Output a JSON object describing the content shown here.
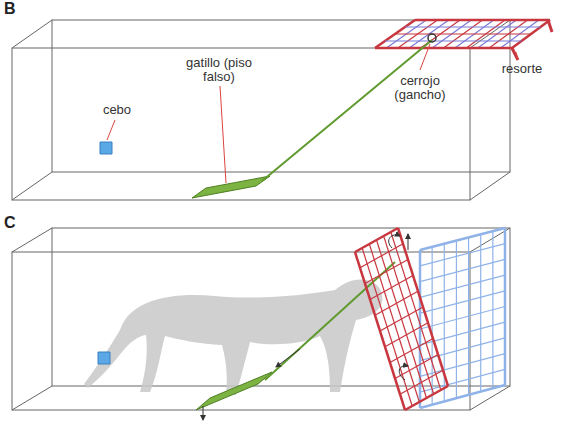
{
  "diagram": {
    "labels": [
      "B",
      "cebo",
      "gatillo (piso falso)",
      "cerrojo (gancho)",
      "resorte",
      "C"
    ]
  }
}
